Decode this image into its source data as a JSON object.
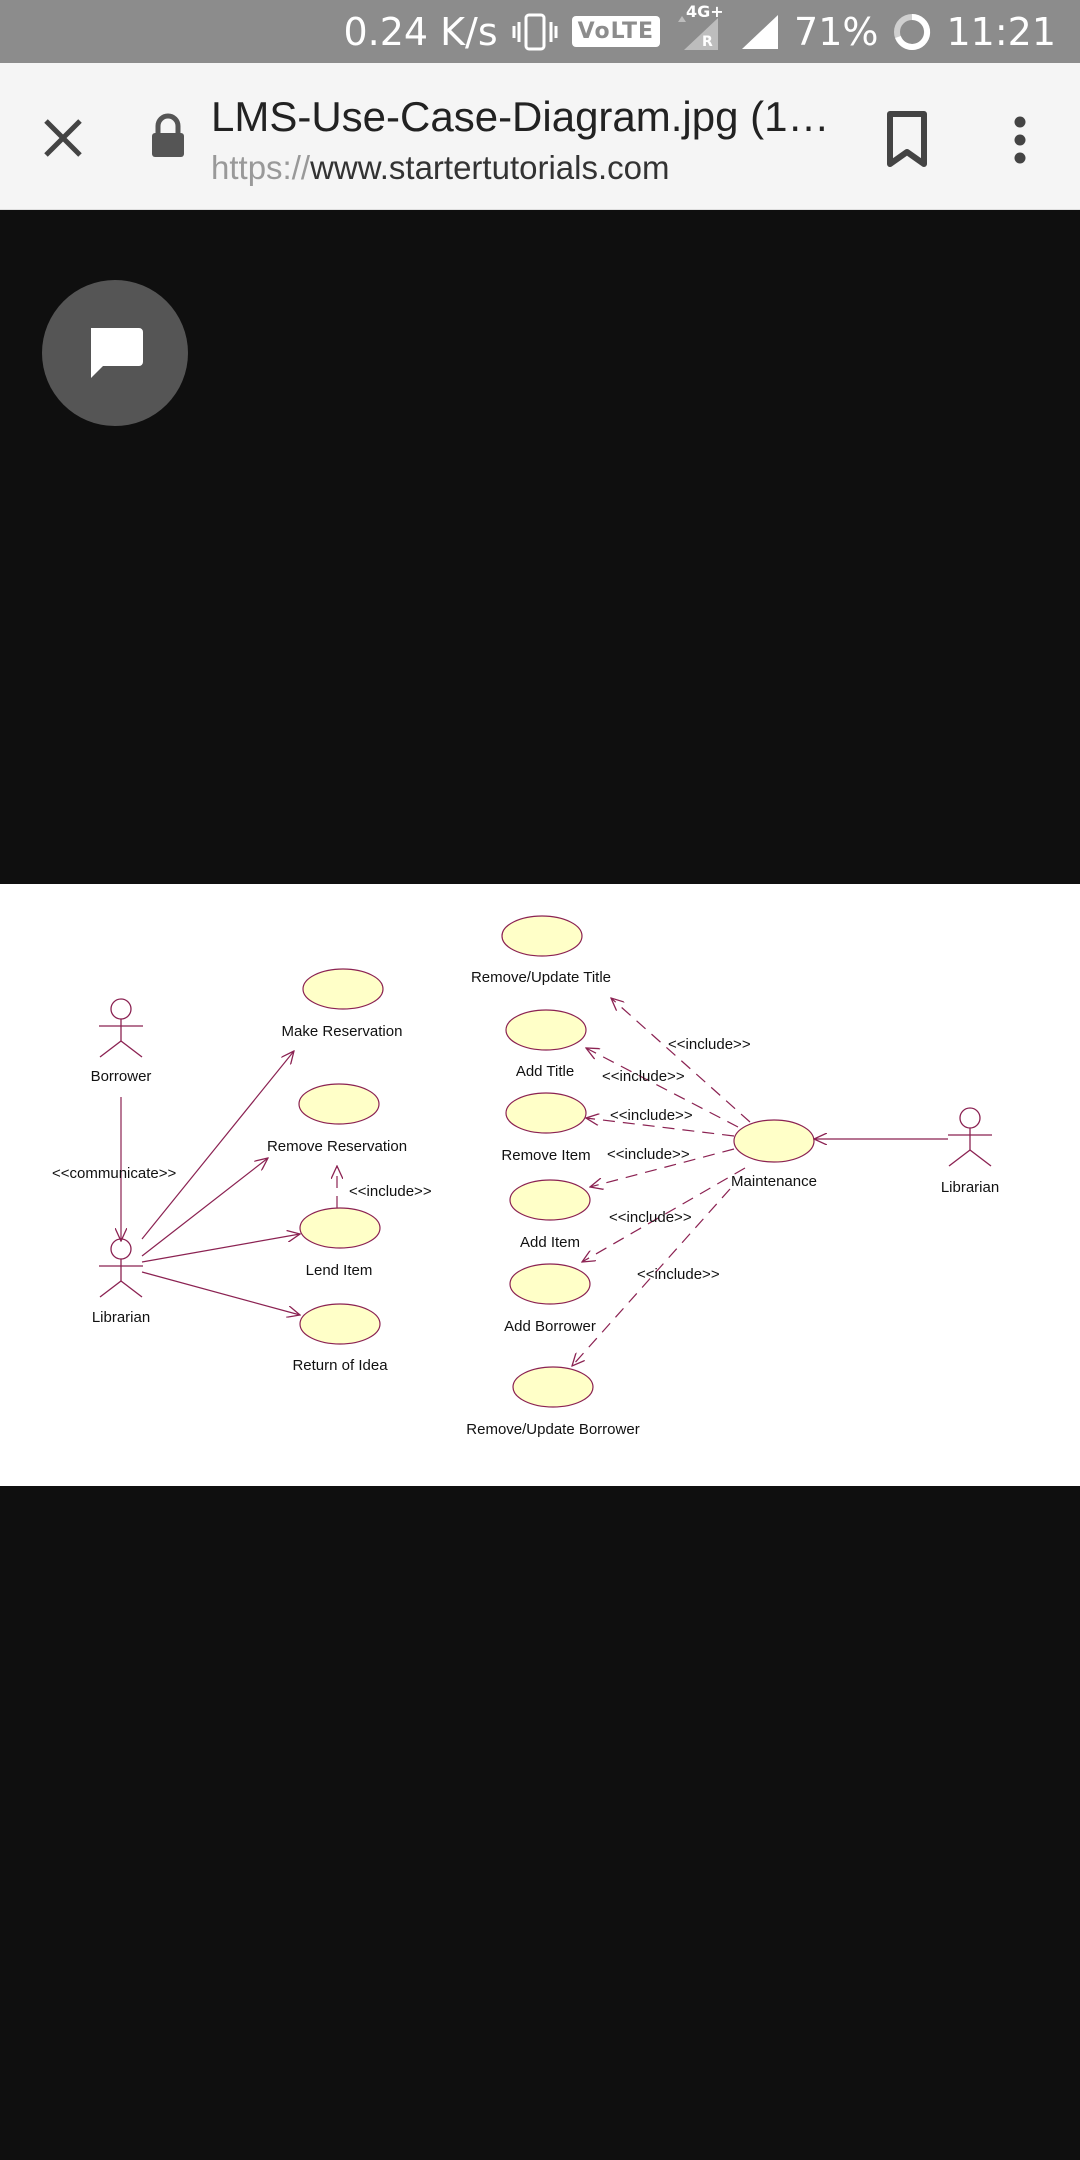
{
  "status_bar": {
    "net_speed": "0.24 K/s",
    "volte": "VoLTE",
    "network": "4G+",
    "roaming": "R",
    "battery": "71%",
    "time": "11:21"
  },
  "toolbar": {
    "title": "LMS-Use-Case-Diagram.jpg (1…",
    "url_scheme": "https://",
    "url_host": "www.startertutorials.com"
  },
  "diagram": {
    "actors": {
      "borrower": "Borrower",
      "librarian_left": "Librarian",
      "librarian_right": "Librarian"
    },
    "use_cases": {
      "make_reservation": "Make Reservation",
      "remove_reservation": "Remove Reservation",
      "lend_item": "Lend Item",
      "return_of_idea": "Return of Idea",
      "remove_update_title": "Remove/Update Title",
      "add_title": "Add Title",
      "remove_item": "Remove Item",
      "add_item": "Add Item",
      "add_borrower": "Add Borrower",
      "remove_update_borrower": "Remove/Update Borrower",
      "maintenance": "Maintenance"
    },
    "stereotypes": {
      "communicate": "<<communicate>>",
      "include_lend": "<<include>>",
      "include_1": "<<include>>",
      "include_2": "<<include>>",
      "include_3": "<<include>>",
      "include_4": "<<include>>",
      "include_5": "<<include>>",
      "include_6": "<<include>>"
    }
  }
}
